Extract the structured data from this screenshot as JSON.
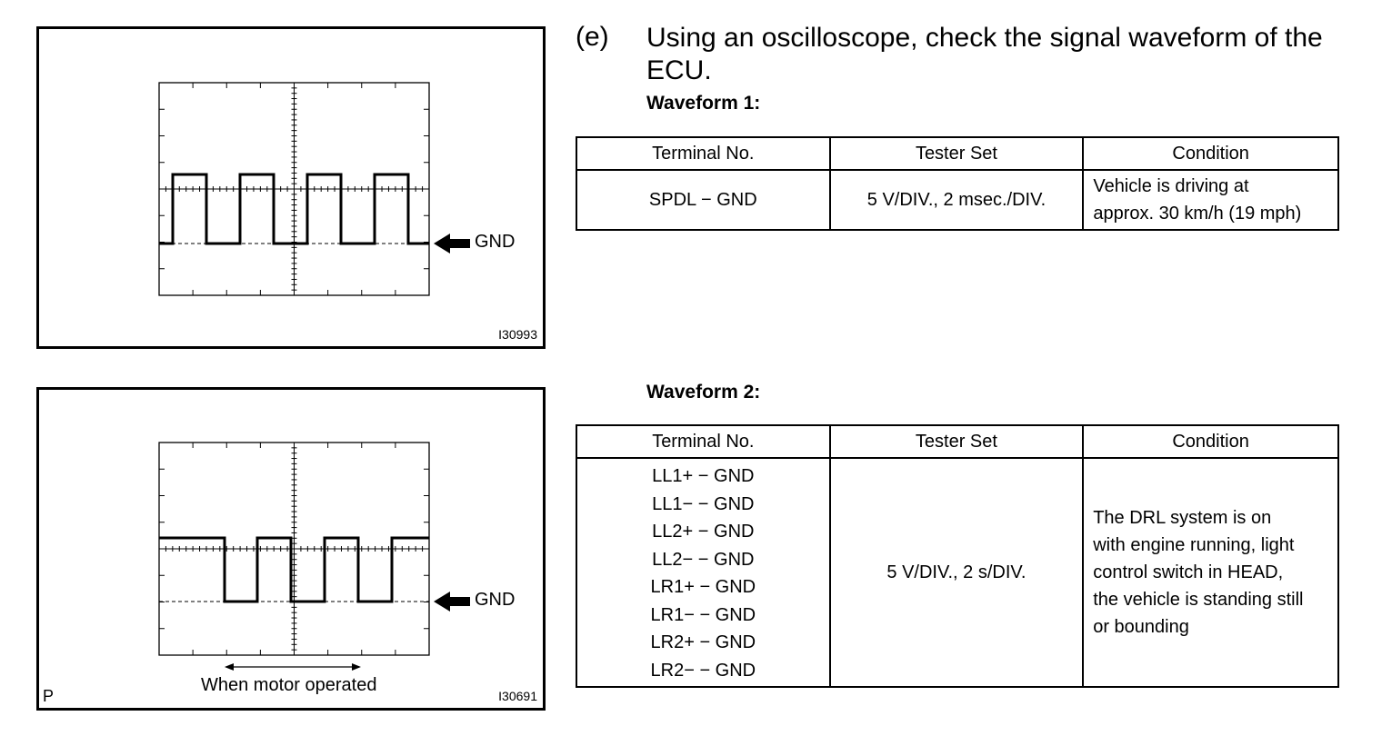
{
  "figures": [
    {
      "id": "I30993",
      "gnd_label": "GND",
      "corner_mark": "",
      "annotation": ""
    },
    {
      "id": "I30691",
      "gnd_label": "GND",
      "corner_mark": "P",
      "annotation": "When motor operated"
    }
  ],
  "step": {
    "marker": "(e)",
    "text": "Using an oscilloscope, check the signal waveform of the ECU."
  },
  "waveform1": {
    "title": "Waveform 1:",
    "headers": [
      "Terminal No.",
      "Tester Set",
      "Condition"
    ],
    "row": {
      "terminal": "SPDL − GND",
      "tester_set": "5 V/DIV., 2 msec./DIV.",
      "condition_lines": [
        "Vehicle is driving at",
        "approx. 30 km/h (19 mph)"
      ]
    }
  },
  "waveform2": {
    "title": "Waveform 2:",
    "headers": [
      "Terminal No.",
      "Tester Set",
      "Condition"
    ],
    "row": {
      "terminals": [
        "LL1+ − GND",
        "LL1− − GND",
        "LL2+ − GND",
        "LL2− − GND",
        "LR1+ − GND",
        "LR1− − GND",
        "LR2+ − GND",
        "LR2− − GND"
      ],
      "tester_set": "5 V/DIV., 2 s/DIV.",
      "condition_lines": [
        "The DRL system is on",
        "with engine running, light",
        "control switch in HEAD,",
        "the vehicle is standing still",
        "or bounding"
      ]
    }
  }
}
